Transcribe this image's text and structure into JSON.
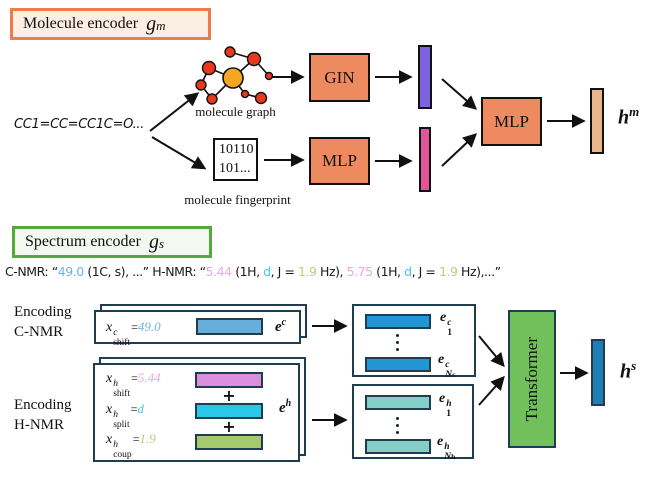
{
  "molecule_encoder": {
    "title": "Molecule encoder",
    "math": {
      "base": "g",
      "sub": "m"
    },
    "smiles": "CC1=CC=CC1C=O...",
    "graph_caption": "molecule graph",
    "fingerprint": {
      "line1": "10110",
      "line2": "101..."
    },
    "fingerprint_caption": "molecule fingerprint",
    "gin_label": "GIN",
    "mlp_fingerprint_label": "MLP",
    "mlp_fusion_label": "MLP",
    "output": {
      "base": "h",
      "sup": "m"
    }
  },
  "spectrum_encoder": {
    "title": "Spectrum encoder",
    "math": {
      "base": "g",
      "sub": "s"
    },
    "nmr_parts": [
      {
        "t": "C-NMR: “",
        "c": "#1a1a1a"
      },
      {
        "t": "49.0",
        "c": "#6FB2E8"
      },
      {
        "t": " (1C, s), ...” H-NMR: “",
        "c": "#1a1a1a"
      },
      {
        "t": "5.44",
        "c": "#EDA6E8"
      },
      {
        "t": " (1H, ",
        "c": "#1a1a1a"
      },
      {
        "t": "d",
        "c": "#3FC9EA"
      },
      {
        "t": ", J = ",
        "c": "#1a1a1a"
      },
      {
        "t": "1.9",
        "c": "#B5CF7D"
      },
      {
        "t": " Hz), ",
        "c": "#1a1a1a"
      },
      {
        "t": "5.75",
        "c": "#EDA6E8"
      },
      {
        "t": " (1H, ",
        "c": "#1a1a1a"
      },
      {
        "t": "d",
        "c": "#3FC9EA"
      },
      {
        "t": ", J = ",
        "c": "#1a1a1a"
      },
      {
        "t": "1.9",
        "c": "#B5CF7D"
      },
      {
        "t": " Hz),...”",
        "c": "#1a1a1a"
      }
    ],
    "encoding_c": {
      "line1": "Encoding",
      "line2": "C-NMR"
    },
    "encoding_h": {
      "line1": "Encoding",
      "line2": "H-NMR"
    },
    "c_row": {
      "base": "x",
      "sup": "c",
      "sub": "shift",
      "eq": "=",
      "value": "49.0"
    },
    "c_vec": {
      "base": "e",
      "sup": "c"
    },
    "h_rows": [
      {
        "base": "x",
        "sup": "h",
        "sub": "shift",
        "eq": "=",
        "value": "5.44"
      },
      {
        "base": "x",
        "sup": "h",
        "sub": "split",
        "eq": "=",
        "value": "d"
      },
      {
        "base": "x",
        "sup": "h",
        "sub": "coup",
        "eq": "=",
        "value": "1.9"
      }
    ],
    "plus": "+",
    "h_vec": {
      "base": "e",
      "sup": "h"
    },
    "c_tokens": {
      "first": {
        "base": "e",
        "sup": "c",
        "sub": "1"
      },
      "last": {
        "base": "e",
        "sup": "c",
        "subN": "N",
        "subNsub": "c"
      }
    },
    "h_tokens": {
      "first": {
        "base": "e",
        "sup": "h",
        "sub": "1"
      },
      "last": {
        "base": "e",
        "sup": "h",
        "subN": "N",
        "subNsub": "h"
      }
    },
    "transformer_label": "Transformer",
    "output": {
      "base": "h",
      "sup": "s"
    }
  },
  "colors": {
    "value_shift_c": "#6FB2E8",
    "value_shift_h": "#EDA6E8",
    "value_split": "#3FC9EA",
    "value_coup": "#B5CF7D",
    "bar_c_card": "#68AEDC",
    "bar_c_token": "#2196D3",
    "bar_h_token": "#85CDC7",
    "bar_h_shift": "#DB8EDB",
    "bar_h_split": "#29C8E8",
    "bar_h_coup": "#A7C96E",
    "bar_graph_embed": "#7D63E0",
    "bar_fp_embed": "#E0569B",
    "bar_molecule_out": "#EAB68C",
    "bar_spectrum_out": "#1C80B5",
    "box_orange": "#ED8A5F",
    "transformer_green": "#71C05B"
  }
}
